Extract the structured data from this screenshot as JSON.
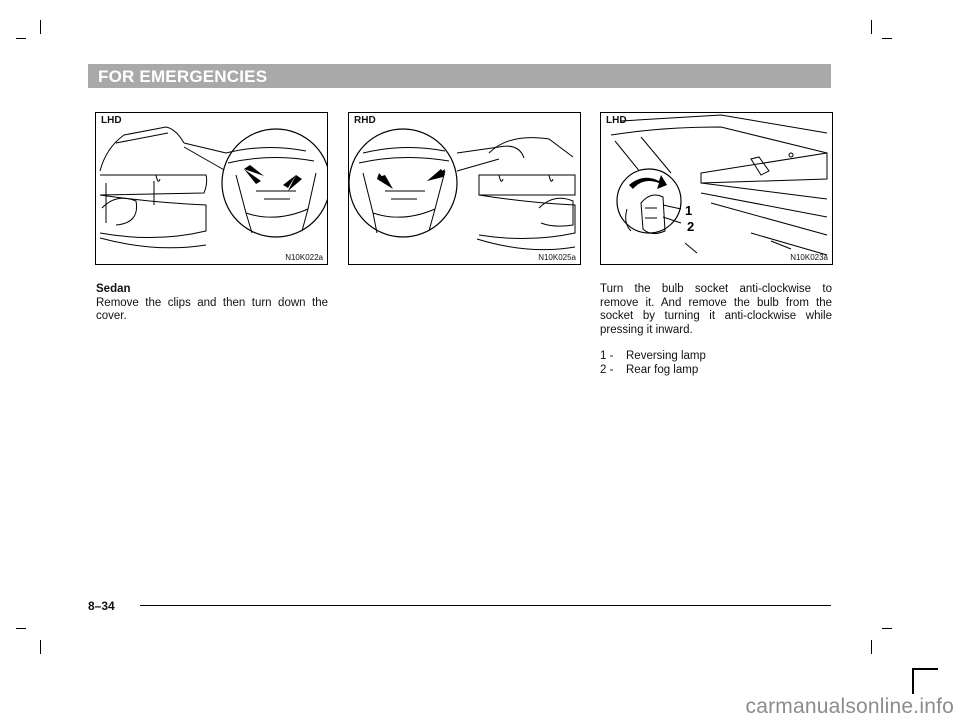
{
  "header": {
    "title": "FOR EMERGENCIES"
  },
  "figures": [
    {
      "label": "LHD",
      "code": "N10K022a"
    },
    {
      "label": "RHD",
      "code": "N10K025a"
    },
    {
      "label": "LHD",
      "code": "N10K023a",
      "callouts": [
        "1",
        "2"
      ]
    }
  ],
  "left_text": {
    "heading": "Sedan",
    "body": "Remove the clips and then turn down the cover."
  },
  "right_text": {
    "body": "Turn the bulb socket anti-clockwise to remove it. And remove the bulb from the socket by turning it anti-clockwise while pressing it inward.",
    "list": [
      {
        "num": "1 -",
        "text": "Reversing lamp"
      },
      {
        "num": "2 -",
        "text": "Rear fog lamp"
      }
    ]
  },
  "footer": {
    "page_number": "8–34"
  },
  "watermark": {
    "text": "carmanualsonline.info"
  }
}
